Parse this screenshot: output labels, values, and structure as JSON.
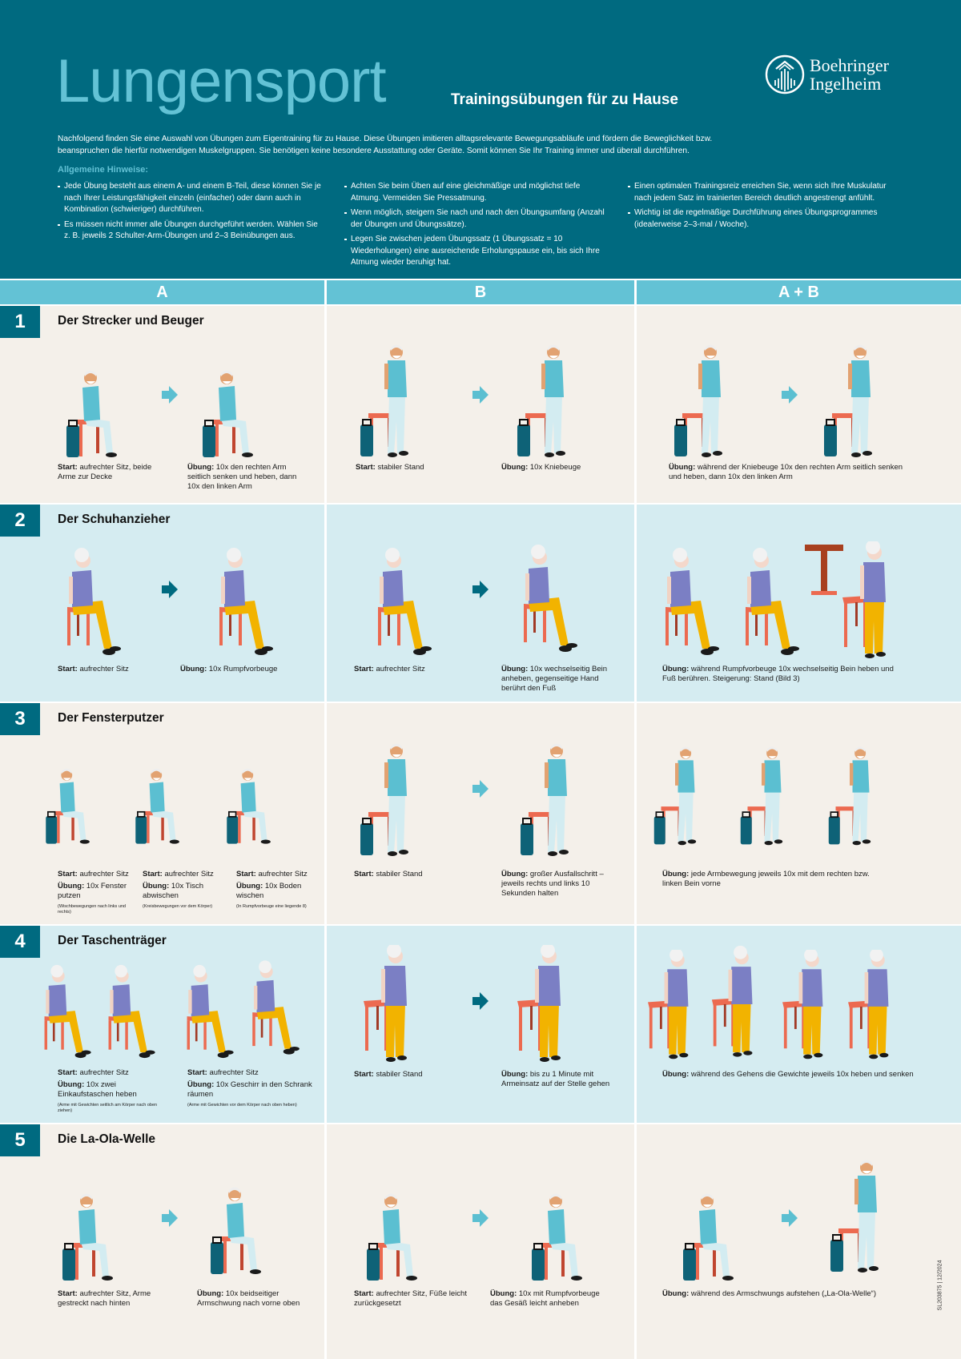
{
  "header": {
    "title": "Lungensport",
    "subtitle": "Trainingsübungen für zu Hause",
    "logo": {
      "icon": "boehringer-logo-icon",
      "line1": "Boehringer",
      "line2": "Ingelheim"
    },
    "intro": "Nachfolgend finden Sie eine Auswahl von Übungen zum Eigentraining für zu Hause. Diese Übungen imitieren alltagsrelevante Bewegungsabläufe und fördern die Beweglichkeit bzw. beanspruchen die hierfür notwendigen Muskelgruppen. Sie benötigen keine besondere Ausstattung oder Geräte. Somit können Sie Ihr Training immer und überall durchführen.",
    "hints_title": "Allgemeine Hinweise:",
    "hints": [
      [
        "Jede Übung besteht aus einem A- und einem B-Teil, diese können Sie je nach Ihrer Leistungsfähigkeit einzeln (einfacher) oder dann auch in Kombination (schwieriger) durchführen.",
        "Es müssen nicht immer alle Übungen durchgeführt werden. Wählen Sie z. B. jeweils 2 Schulter-Arm-Übungen und 2–3 Beinübungen aus."
      ],
      [
        "Achten Sie beim Üben auf eine gleichmäßige und möglichst tiefe Atmung. Vermeiden Sie Pressatmung.",
        "Wenn möglich, steigern Sie nach und nach den Übungsumfang (Anzahl der Übungen und Übungssätze).",
        "Legen Sie zwischen jedem Übungssatz (1 Übungssatz = 10 Wiederholungen) eine ausreichende Erholungspause ein, bis sich Ihre Atmung wieder beruhigt hat."
      ],
      [
        "Einen optimalen Trainingsreiz erreichen Sie, wenn sich Ihre Muskulatur nach jedem Satz im trainierten Bereich deutlich angestrengt anfühlt.",
        "Wichtig ist die regelmäßige Durchführung eines Übungsprogrammes (idealerweise 2–3-mal / Woche)."
      ]
    ]
  },
  "columns": {
    "a": "A",
    "b": "B",
    "ab": "A + B"
  },
  "colors": {
    "header_bg": "#006a80",
    "accent_light": "#63c2d5",
    "row_beige": "#f4f0ea",
    "row_blue": "#d5ecf1",
    "man_shirt": "#5bbfd1",
    "man_trousers": "#d3ecf1",
    "woman_shirt": "#7b7fc4",
    "woman_trousers": "#f2b300",
    "chair": "#ec6a50",
    "tank": "#0e6277",
    "arrow_light": "#5bbfd1",
    "arrow_dark": "#006a80"
  },
  "label_start": "Start:",
  "label_exercise": "Übung:",
  "rows": [
    {
      "number": "1",
      "title": "Der Strecker und Beuger",
      "a": {
        "start": "aufrechter Sitz, beide Arme zur Decke",
        "exercise": "10x den rechten Arm seitlich senken und heben, dann 10x den linken Arm"
      },
      "b": {
        "start": "stabiler Stand",
        "exercise": "10x Kniebeuge"
      },
      "ab": {
        "exercise": "während der Kniebeuge 10x den rechten Arm seitlich senken und heben, dann 10x den linken Arm"
      }
    },
    {
      "number": "2",
      "title": "Der Schuhanzieher",
      "a": {
        "start": "aufrechter Sitz",
        "exercise": "10x Rumpfvorbeuge"
      },
      "b": {
        "start": "aufrechter Sitz",
        "exercise": "10x wechselseitig Bein anheben, gegenseitige Hand berührt den Fuß"
      },
      "ab": {
        "exercise": "während Rumpfvorbeuge 10x wechselseitig Bein heben und Fuß berühren. Steigerung: Stand (Bild 3)"
      }
    },
    {
      "number": "3",
      "title": "Der Fensterputzer",
      "a": [
        {
          "start": "aufrechter Sitz",
          "exercise": "10x Fenster putzen",
          "note": "(Wischbewegungen nach links und rechts)"
        },
        {
          "start": "aufrechter Sitz",
          "exercise": "10x Tisch abwischen",
          "note": "(Kreisbewegungen vor dem Körper)"
        },
        {
          "start": "aufrechter Sitz",
          "exercise": "10x Boden wischen",
          "note": "(In Rumpfvorbeuge eine liegende 8)"
        }
      ],
      "b": {
        "start": "stabiler Stand",
        "exercise": "großer Ausfallschritt – jeweils rechts und links 10 Sekunden halten"
      },
      "ab": {
        "exercise": "jede Armbewegung jeweils 10x mit dem rechten bzw. linken Bein vorne"
      }
    },
    {
      "number": "4",
      "title": "Der Taschenträger",
      "a": [
        {
          "start": "aufrechter Sitz",
          "exercise": "10x zwei Einkaufstaschen heben",
          "note": "(Arme mit Gewichten seitlich am Körper nach oben ziehen)"
        },
        {
          "start": "aufrechter Sitz",
          "exercise": "10x Geschirr in den Schrank räumen",
          "note": "(Arme mit Gewichten vor dem Körper nach oben heben)"
        }
      ],
      "b": {
        "start": "stabiler Stand",
        "exercise": "bis zu 1 Minute mit Armeinsatz auf der Stelle gehen"
      },
      "ab": {
        "exercise": "während des Gehens die Gewichte jeweils 10x heben und senken"
      }
    },
    {
      "number": "5",
      "title": "Die La-Ola-Welle",
      "a": {
        "start": "aufrechter Sitz, Arme gestreckt nach hinten",
        "exercise": "10x beidseitiger Armschwung nach vorne oben"
      },
      "b": {
        "start": "aufrechter Sitz, Füße leicht zurückgesetzt",
        "exercise": "10x mit Rumpfvorbeuge das Gesäß leicht anheben"
      },
      "ab": {
        "exercise": "während des Armschwungs aufstehen („La-Ola-Welle“)"
      }
    }
  ],
  "footer": {
    "code": "SL203875 | 12/2024"
  }
}
